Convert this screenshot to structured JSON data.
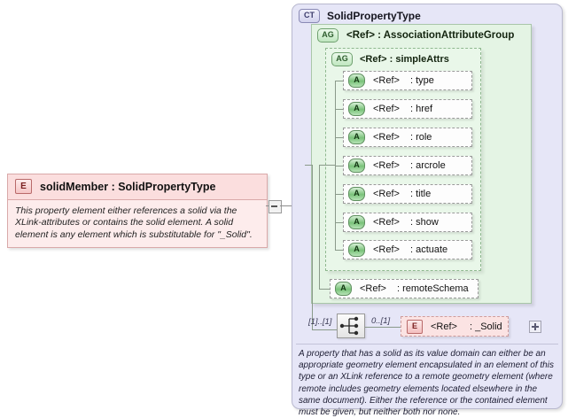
{
  "diagram": {
    "kind": "xsd-schema-diagram",
    "colors": {
      "complex_type_bg": "#e6e6f7",
      "attribute_group_bg": "#e4f4e4",
      "element_bg": "#fbe4e4",
      "attribute_bg": "#fdfdfd",
      "connector": "#8a9a8a"
    }
  },
  "element_card": {
    "badge": "E",
    "badge_name": "element-badge",
    "title": "solidMember : SolidPropertyType",
    "name": "solidMember",
    "type": "SolidPropertyType",
    "documentation": "This property element either references a solid via the XLink-attributes or contains the solid element. A solid element is any element which is substitutable for \"_Solid\".",
    "collapse_toggle": "−"
  },
  "complex_type": {
    "badge": "CT",
    "title": "SolidPropertyType",
    "documentation": "A property that has a solid as its value domain can either be an appropriate geometry element encapsulated in an element of this type or an XLink reference to a remote geometry element (where remote includes geometry elements located elsewhere in the same document). Either the reference or the contained element must be given, but neither both nor none."
  },
  "attribute_groups": [
    {
      "badge": "AG",
      "ref": "<Ref>",
      "separator": ":",
      "name": "AssociationAttributeGroup",
      "label": "<Ref>    : AssociationAttributeGroup"
    },
    {
      "badge": "AG",
      "ref": "<Ref>",
      "separator": ":",
      "name": "simpleAttrs",
      "label": "<Ref>    : simpleAttrs"
    }
  ],
  "simple_attrs": [
    {
      "badge": "A",
      "ref": "<Ref>",
      "name": ": type"
    },
    {
      "badge": "A",
      "ref": "<Ref>",
      "name": ": href"
    },
    {
      "badge": "A",
      "ref": "<Ref>",
      "name": ": role"
    },
    {
      "badge": "A",
      "ref": "<Ref>",
      "name": ": arcrole"
    },
    {
      "badge": "A",
      "ref": "<Ref>",
      "name": ": title"
    },
    {
      "badge": "A",
      "ref": "<Ref>",
      "name": ": show"
    },
    {
      "badge": "A",
      "ref": "<Ref>",
      "name": ": actuate"
    }
  ],
  "group_attr": {
    "badge": "A",
    "ref": "<Ref>",
    "name": ": remoteSchema"
  },
  "content_model": {
    "compositor": "sequence",
    "compositor_icon": "sequence-icon",
    "compositor_occurrence": "[1]..[1]",
    "child_occurrence": "0..[1]",
    "child": {
      "badge": "E",
      "ref": "<Ref>",
      "name": ": _Solid",
      "expander": "+"
    }
  }
}
